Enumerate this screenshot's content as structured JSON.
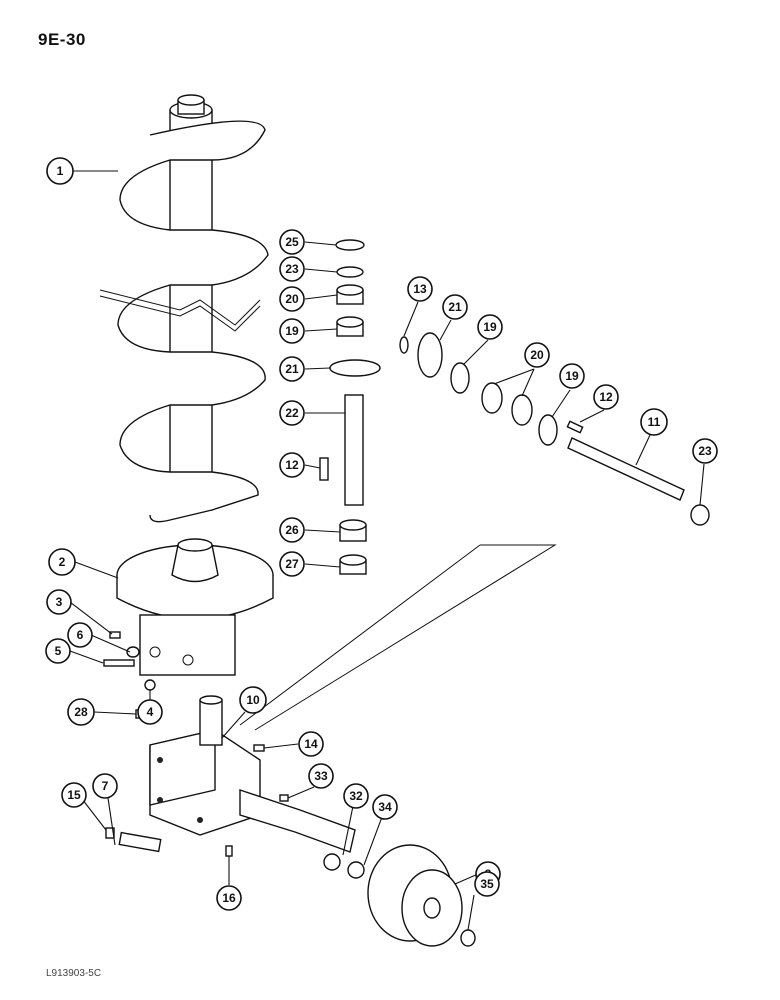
{
  "page_label": "9E-30",
  "drawing_code": "L913903-5C",
  "callouts": [
    {
      "id": "1",
      "label": "1"
    },
    {
      "id": "2",
      "label": "2"
    },
    {
      "id": "3",
      "label": "3"
    },
    {
      "id": "4",
      "label": "4"
    },
    {
      "id": "5",
      "label": "5"
    },
    {
      "id": "6",
      "label": "6"
    },
    {
      "id": "7",
      "label": "7"
    },
    {
      "id": "8",
      "label": "8"
    },
    {
      "id": "10",
      "label": "10"
    },
    {
      "id": "11",
      "label": "11"
    },
    {
      "id": "12a",
      "label": "12"
    },
    {
      "id": "12b",
      "label": "12"
    },
    {
      "id": "13",
      "label": "13"
    },
    {
      "id": "14",
      "label": "14"
    },
    {
      "id": "15",
      "label": "15"
    },
    {
      "id": "16",
      "label": "16"
    },
    {
      "id": "19a",
      "label": "19"
    },
    {
      "id": "19b",
      "label": "19"
    },
    {
      "id": "19c",
      "label": "19"
    },
    {
      "id": "20a",
      "label": "20"
    },
    {
      "id": "20b",
      "label": "20"
    },
    {
      "id": "21a",
      "label": "21"
    },
    {
      "id": "21b",
      "label": "21"
    },
    {
      "id": "22",
      "label": "22"
    },
    {
      "id": "23a",
      "label": "23"
    },
    {
      "id": "23b",
      "label": "23"
    },
    {
      "id": "25",
      "label": "25"
    },
    {
      "id": "26",
      "label": "26"
    },
    {
      "id": "27",
      "label": "27"
    },
    {
      "id": "28",
      "label": "28"
    },
    {
      "id": "32",
      "label": "32"
    },
    {
      "id": "33",
      "label": "33"
    },
    {
      "id": "34",
      "label": "34"
    },
    {
      "id": "35",
      "label": "35"
    }
  ]
}
